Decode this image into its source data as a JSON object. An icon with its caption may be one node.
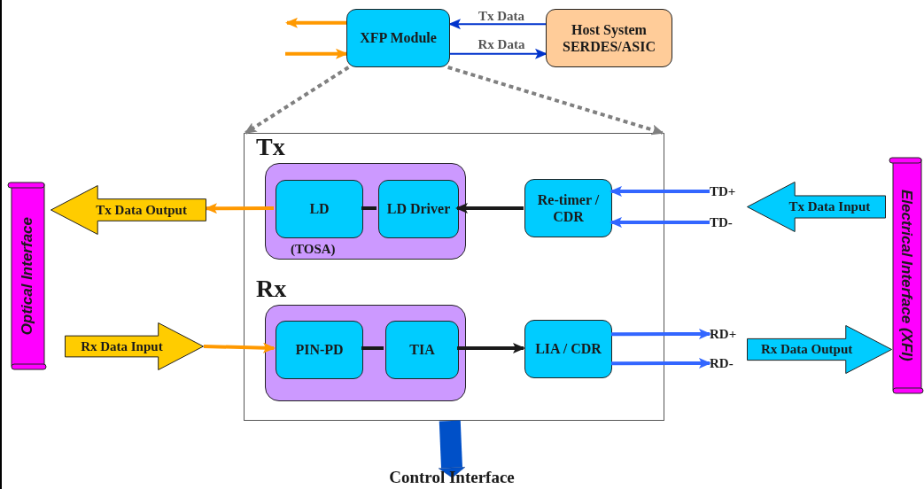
{
  "diagram": {
    "nodes": [
      {
        "text": [
          "XFP Module"
        ]
      },
      {
        "text": [
          "Host System SERDES/ASIC"
        ]
      },
      {
        "text": [],
        "shape": "box"
      },
      {
        "text": [
          "Tx",
          "(TOSA)"
        ],
        "in": 2
      },
      {
        "text": [
          "LD"
        ],
        "in": 3
      },
      {
        "text": [
          "LD Driver"
        ],
        "in": 3
      },
      {
        "text": [
          "Re-timer / CDR"
        ],
        "in": 2
      },
      {
        "text": [
          "Rx"
        ],
        "in": 2
      },
      {
        "text": [
          "PIN-PD"
        ],
        "in": 7
      },
      {
        "text": [
          "TIA"
        ],
        "in": 7
      },
      {
        "text": [
          "LIA / CDR"
        ],
        "in": 2
      },
      {
        "text": [
          "Tx Data Output"
        ]
      },
      {
        "text": [
          "Tx Data Input"
        ]
      },
      {
        "text": [
          "Rx Data Input"
        ]
      },
      {
        "text": [
          "Rx Data Output"
        ]
      },
      {
        "text": [
          "Optical Interface"
        ]
      },
      {
        "text": [
          "Electrical Interface (XFI)"
        ]
      },
      {
        "text": [
          "TD+"
        ]
      },
      {
        "text": [
          "TD-"
        ]
      },
      {
        "text": [
          "RD+"
        ]
      },
      {
        "text": [
          "RD-"
        ]
      },
      {
        "text": [
          "Control Interface"
        ]
      }
    ],
    "edges": [
      {
        "from": 1,
        "to": 0,
        "arrow": "to",
        "label": "Tx Data",
        "color": "#0033cc"
      },
      {
        "from": 0,
        "to": 1,
        "arrow": "to",
        "label": "Rx Data",
        "color": "#0033cc"
      },
      {
        "from": 0,
        "to": null,
        "arrow": "to",
        "color": "#ff9900"
      },
      {
        "from": null,
        "to": 0,
        "arrow": "to",
        "color": "#ff9900"
      },
      {
        "from": 0,
        "to": 2,
        "arrow": "to",
        "style": "dashed",
        "color": "#808080"
      },
      {
        "from": 0,
        "to": 2,
        "arrow": "to",
        "style": "dashed",
        "color": "#808080"
      },
      {
        "from": 6,
        "to": 5,
        "arrow": "to",
        "color": "#1a1a1a"
      },
      {
        "from": 5,
        "to": 4,
        "arrow": "none",
        "color": "#1a1a1a"
      },
      {
        "from": 4,
        "to": 11,
        "arrow": "to",
        "color": "#ff9900"
      },
      {
        "from": 17,
        "to": 6,
        "arrow": "to",
        "color": "#3366ff"
      },
      {
        "from": 18,
        "to": 6,
        "arrow": "to",
        "color": "#3366ff"
      },
      {
        "from": 13,
        "to": 8,
        "arrow": "to",
        "color": "#ff9900"
      },
      {
        "from": 8,
        "to": 9,
        "arrow": "none",
        "color": "#1a1a1a"
      },
      {
        "from": 9,
        "to": 10,
        "arrow": "to",
        "color": "#1a1a1a"
      },
      {
        "from": 10,
        "to": 19,
        "arrow": "to",
        "color": "#3366ff"
      },
      {
        "from": 10,
        "to": 20,
        "arrow": "to",
        "color": "#3366ff"
      },
      {
        "from": 2,
        "to": 21,
        "arrow": "to",
        "style": "thick",
        "color": "#0050c8"
      }
    ]
  }
}
